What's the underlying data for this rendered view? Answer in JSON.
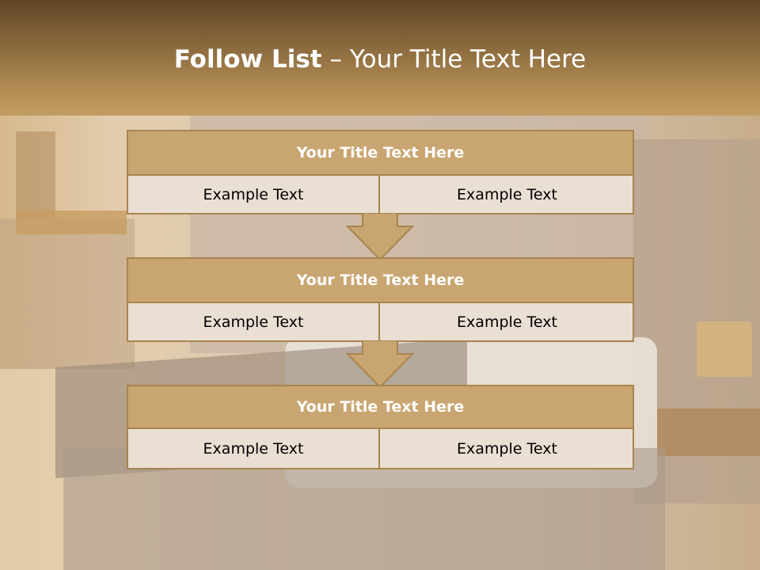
{
  "slide": {
    "title_bold": "Follow List",
    "title_rest": " – Your Title Text Here"
  },
  "flow": [
    {
      "title": "Your Title Text Here",
      "left_text": "Example Text",
      "right_text": "Example Text"
    },
    {
      "title": "Your Title Text Here",
      "left_text": "Example Text",
      "right_text": "Example Text"
    },
    {
      "title": "Your Title Text Here",
      "left_text": "Example Text",
      "right_text": "Example Text"
    }
  ],
  "colors": {
    "header_gold": "#c9a671",
    "border_brown": "#a9844f",
    "cell_fill": "#eadfd3",
    "title_band_dark": "#5f4426"
  },
  "icons": [
    "down-arrow-icon",
    "down-arrow-icon"
  ]
}
